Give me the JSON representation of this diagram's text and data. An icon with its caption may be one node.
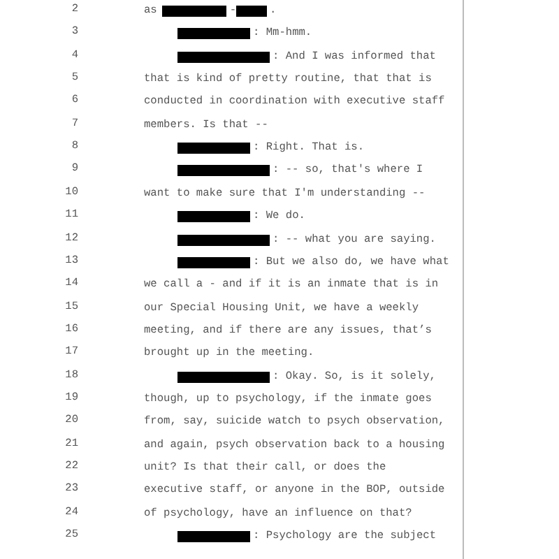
{
  "diagram": {
    "labels": [
      "2",
      "as",
      "-",
      ".",
      "3",
      ": Mm-hmm.",
      "4",
      ": And I was informed that",
      "5",
      "that is kind of pretty routine, that that is",
      "6",
      "conducted in coordination with executive staff",
      "7",
      "members. Is that --",
      "8",
      ": Right. That is.",
      "9",
      ": -- so, that's where I",
      "10",
      "want to make sure that I'm understanding --",
      "11",
      ": We do.",
      "12",
      ": -- what you are saying.",
      "13",
      ": But we also do, we have what",
      "14",
      "we call a - and if it is an inmate that is in",
      "15",
      "our Special Housing Unit, we have a weekly",
      "16",
      "meeting, and if there are any issues, that’s",
      "17",
      "brought up in the meeting.",
      "18",
      ": Okay. So, is it solely,",
      "19",
      "though, up to psychology, if the inmate goes",
      "20",
      "from, say, suicide watch to psych observation,",
      "21",
      "and again, psych observation back to a housing",
      "22",
      "unit? Is that their call, or does the",
      "23",
      "executive staff, or anyone in the BOP, outside",
      "24",
      "of psychology, have an influence on that?",
      "25",
      ": Psychology are the subject"
    ]
  }
}
